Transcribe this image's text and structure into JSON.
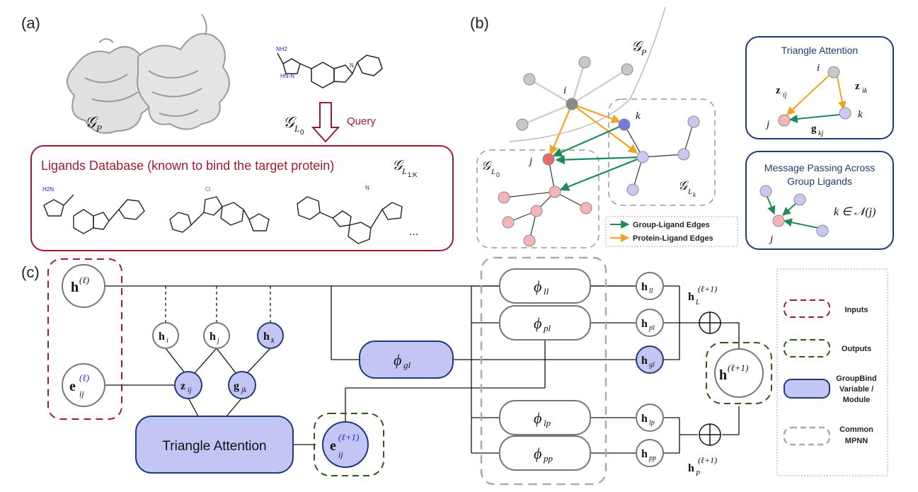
{
  "panels": {
    "a": "(a)",
    "b": "(b)",
    "c": "(c)"
  },
  "panel_a": {
    "protein_label": "𝒢",
    "protein_sub": "P",
    "ligand_label": "𝒢",
    "ligand_sub": "L",
    "ligand_subsub": "0",
    "query": "Query",
    "database_title": "Ligands Database (known to bind the target protein)",
    "database_graph": "𝒢",
    "database_sub": "L",
    "database_subsub": "1:K",
    "ellipsis": "..."
  },
  "panel_b": {
    "gp": "𝒢",
    "gp_sub": "P",
    "gl0": "𝒢",
    "gl0_sub": "L",
    "gl0_subsub": "0",
    "glk": "𝒢",
    "glk_sub": "L",
    "glk_subsub": "k",
    "node_i": "i",
    "node_j": "j",
    "node_k": "k",
    "legend_group": "Group-Ligand Edges",
    "legend_protein": "Protein-Ligand Edges",
    "tri_title": "Triangle Attention",
    "tri_i": "i",
    "tri_j": "j",
    "tri_k": "k",
    "tri_zij": "z",
    "tri_zij_sub": "ij",
    "tri_zik": "z",
    "tri_zik_sub": "ik",
    "tri_gkj": "g",
    "tri_gkj_sub": "kj",
    "mp_title_1": "Message Passing Across",
    "mp_title_2": "Group Ligands",
    "mp_formula": "k ∈ 𝒩(j)",
    "mp_j": "j"
  },
  "panel_c": {
    "h_l": "h",
    "h_l_sup": "(ℓ)",
    "e_l": "e",
    "e_l_sup": "(ℓ)",
    "e_l_sub": "ij",
    "hi": "h",
    "hi_sub": "i",
    "hj": "h",
    "hj_sub": "j",
    "hk": "h",
    "hk_sub": "k",
    "zij": "z",
    "zij_sub": "ij",
    "gjk": "g",
    "gjk_sub": "jk",
    "tri_att": "Triangle Attention",
    "e_next": "e",
    "e_next_sup": "(ℓ+1)",
    "e_next_sub": "ij",
    "phi_gl": "ϕ",
    "phi_gl_sub": "gl",
    "phi_ll": "ϕ",
    "phi_ll_sub": "ll",
    "phi_pl": "ϕ",
    "phi_pl_sub": "pl",
    "phi_lp": "ϕ",
    "phi_lp_sub": "lp",
    "phi_pp": "ϕ",
    "phi_pp_sub": "pp",
    "h_ll": "h",
    "h_ll_sub": "ll",
    "h_pl": "h",
    "h_pl_sub": "pl",
    "h_gl": "h",
    "h_gl_sub": "gl",
    "h_lp": "h",
    "h_lp_sub": "lp",
    "h_pp": "h",
    "h_pp_sub": "pp",
    "hL": "h",
    "hL_sub": "L",
    "hL_sup": "(ℓ+1)",
    "hP": "h",
    "hP_sub": "P",
    "hP_sup": "(ℓ+1)",
    "h_next": "h",
    "h_next_sup": "(ℓ+1)",
    "legend_inputs": "Inputs",
    "legend_outputs": "Outputs",
    "legend_gb_1": "GroupBind",
    "legend_gb_2": "Variable /",
    "legend_gb_3": "Module",
    "legend_common_1": "Common",
    "legend_common_2": "MPNN"
  },
  "colors": {
    "crimson": "#9e1b32",
    "navy": "#1f3b73",
    "lavender": "#c3c6f5",
    "green_dash": "#2d5a1b",
    "orange": "#f2a21e",
    "green_edge": "#1e8a5a",
    "pink": "#f5b5b8",
    "red_node": "#e86a6a",
    "gray_node": "#c8c8c8",
    "dark_gray_node": "#8a8a8a",
    "blue_node": "#7777e0",
    "light_blue_node": "#c8c8f2"
  }
}
